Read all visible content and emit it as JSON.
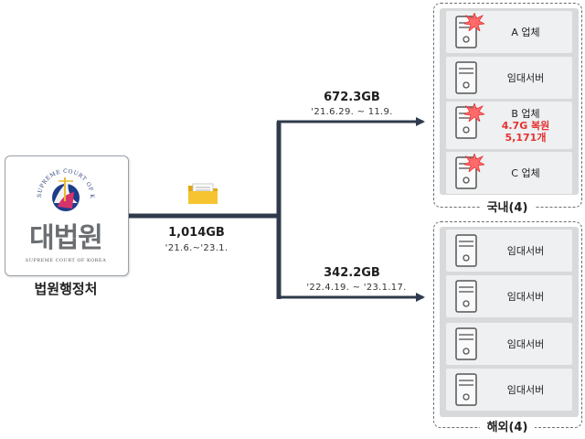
{
  "source": {
    "emblem_text": "SUPREME COURT OF KOREA",
    "name": "대법원",
    "subtitle": "SUPREME COURT OF KOREA",
    "caption": "법원행정처"
  },
  "main_flow": {
    "size": "1,014GB",
    "period": "'21.6.~'23.1."
  },
  "domestic_flow": {
    "size": "672.3GB",
    "period": "'21.6.29. ~ 11.9."
  },
  "overseas_flow": {
    "size": "342.2GB",
    "period": "'22.4.19. ~ '23.1.17."
  },
  "domestic": {
    "title": "국내(4)",
    "items": [
      {
        "label": "A 업체",
        "hacked": true
      },
      {
        "label": "임대서버",
        "hacked": false
      },
      {
        "label": "B 업체",
        "line2": "4.7G 복원",
        "line3": "5,171개",
        "hacked": true
      },
      {
        "label": "C 업체",
        "hacked": true
      }
    ]
  },
  "overseas": {
    "title": "해외(4)",
    "items": [
      {
        "label": "임대서버"
      },
      {
        "label": "임대서버"
      },
      {
        "label": "임대서버"
      },
      {
        "label": "임대서버"
      }
    ]
  },
  "colors": {
    "line": "#2f3b4c",
    "alert": "#e53232",
    "group_bg": "#d7d9db",
    "card_bg": "#eef0f1"
  },
  "icons": [
    "folder-icon",
    "server-icon",
    "burst-icon",
    "court-emblem"
  ]
}
